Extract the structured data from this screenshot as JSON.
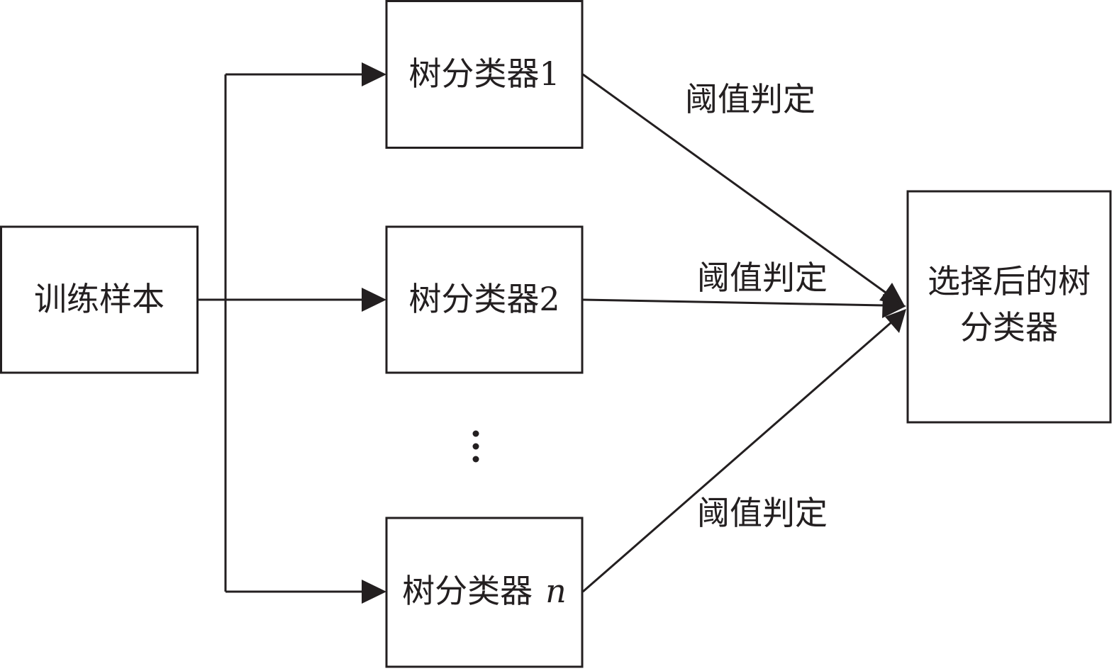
{
  "nodes": {
    "input": {
      "label": "训练样本"
    },
    "classifier_1": {
      "label": "树分类器",
      "index": "1"
    },
    "classifier_2": {
      "label": "树分类器",
      "index": "2"
    },
    "classifier_n": {
      "label": "树分类器",
      "index": "n"
    },
    "output": {
      "label_line1": "选择后的树",
      "label_line2": "分类器"
    }
  },
  "edges": {
    "threshold_1": {
      "label": "阈值判定"
    },
    "threshold_2": {
      "label": "阈值判定"
    },
    "threshold_n": {
      "label": "阈值判定"
    }
  },
  "ellipsis": {
    "symbol": "vertical-ellipsis"
  },
  "colors": {
    "stroke": "#231f20",
    "background": "#ffffff"
  }
}
